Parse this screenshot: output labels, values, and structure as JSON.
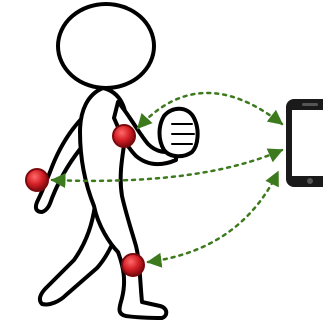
{
  "diagram": {
    "figure": "walking-person",
    "device": "smartphone",
    "sensors": [
      {
        "location": "chest"
      },
      {
        "location": "wrist"
      },
      {
        "location": "knee"
      }
    ],
    "links": [
      {
        "from": "smartphone",
        "to": "chest",
        "style": "dotted",
        "arrows": "both"
      },
      {
        "from": "smartphone",
        "to": "wrist",
        "style": "dotted",
        "arrows": "both"
      },
      {
        "from": "smartphone",
        "to": "knee",
        "style": "dotted",
        "arrows": "both"
      }
    ],
    "colors": {
      "sensor_fill": "#d41f26",
      "sensor_ring": "#7a0a0e",
      "link": "#3d7a1e",
      "outline": "#000000",
      "body_fill": "#ffffff",
      "device": "#1a1a1a",
      "device_screen": "#ffffff"
    }
  }
}
